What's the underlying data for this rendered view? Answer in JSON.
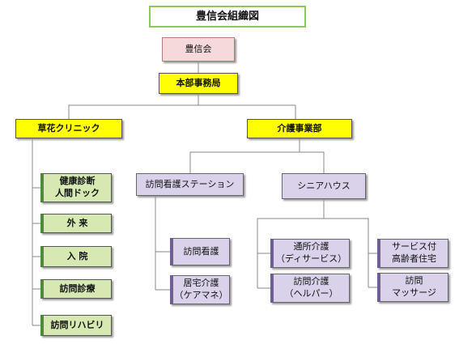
{
  "title": "豊信会組織図",
  "root": "豊信会",
  "office": "本部事務局",
  "clinic": {
    "label": "草花クリニック",
    "items": [
      "健康診断\n人間ドック",
      "外 来",
      "入 院",
      "訪問診療",
      "訪問リハビリ"
    ]
  },
  "care": {
    "label": "介護事業部",
    "station": {
      "label": "訪問看護ステーション",
      "items": [
        "訪問看護",
        "居宅介護\n（ケアマネ）"
      ]
    },
    "senior": {
      "label": "シニアハウス",
      "items": [
        "通所介護\n（ディサービス）",
        "訪問介護\n（ヘルパー）",
        "サービス付\n高齢者住宅",
        "訪問\nマッサージ"
      ]
    }
  },
  "colors": {
    "title_border": "#8cc85a",
    "root_fill": "#f6d9da",
    "level1_fill": "#ffff00",
    "clinic_item_fill": "#d6e9b2",
    "care_item_fill": "#d9d2ea"
  }
}
